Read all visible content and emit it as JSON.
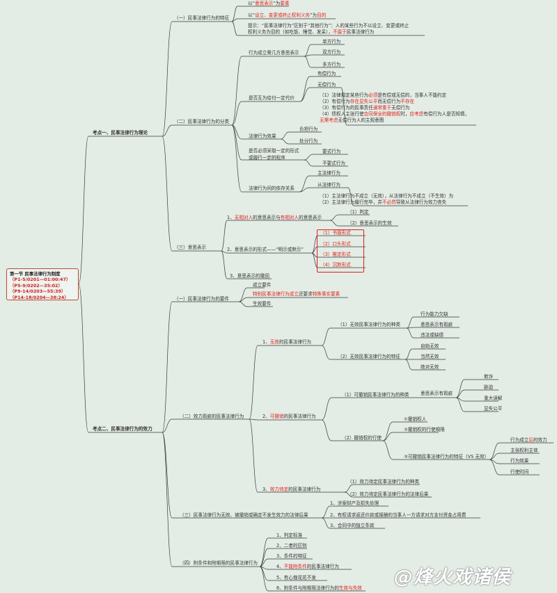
{
  "root": {
    "title": "第一节  民事法律行为制度",
    "codes": [
      "（P1-5/0201—01:00:47）",
      "（P5-9/0202—35:02）",
      "（P9-14/0203—55:39）",
      "（P14-18/0204—38:24）"
    ]
  },
  "kp1": {
    "label": "考点一、民事法律行为理论",
    "s1": {
      "label": "（一）民事法律行为的特征",
      "r1": [
        "以“",
        "意思表示",
        "”为",
        "要素"
      ],
      "r2": [
        "以“",
        "设立、变更或终止权利义务",
        "”为",
        "目的"
      ],
      "r3a": "提示：“民事法律行为”区别于“其他行为”：人的某些行为不以设立、变更或终止",
      "r3b": [
        "权利义务为目的（如吃饭、睡觉、发呆），",
        "不属于",
        "民事法律行为"
      ]
    },
    "s2": {
      "label": "（二）民事法律行为的分类",
      "c1": {
        "label": "行为成立需几方意思表示",
        "items": [
          "单方行为",
          "双方行为",
          "多方行为"
        ]
      },
      "c2": {
        "label": "是否互为给付一定代价",
        "items": [
          "有偿行为",
          "无偿行为"
        ],
        "n1": [
          "（1）法律规定某些行为",
          "必须",
          "是有偿或无偿的，当事人不能约定"
        ],
        "n2": [
          "（2）有偿行为",
          "存在显失公平",
          "而无偿行为",
          "不存在"
        ],
        "n3": [
          "（3）有偿行为的民事责任",
          "通常重于",
          "无偿行为"
        ],
        "n4": [
          "（4）债权人主张行使",
          "合同保全的撤销权",
          "时，",
          "应考虑",
          "有偿行为人是否知情，"
        ],
        "n5": [
          "无需考虑",
          "无偿行为人的主观意图"
        ]
      },
      "c3": {
        "label": "法律行为效果",
        "items": [
          "负担行为",
          "处分行为"
        ]
      },
      "c4": {
        "label1": "是否必须采取一定的形式",
        "label2": "或履行一定的程序",
        "items": [
          "要式行为",
          "不要式行为"
        ]
      },
      "c5": {
        "label": "法律行为间的依存关系",
        "items": [
          "主法律行为",
          "从法律行为"
        ],
        "n1": "（1）主法律行为不成立（无效），从法律行为不成立（不生效）为",
        "n2": [
          "（2）主法律行为履行完毕，并",
          "不必然",
          "导致从法律行为效力丧失"
        ]
      }
    },
    "s3": {
      "label": "（三）意思表示",
      "a": {
        "parts": [
          "1、",
          "无相对人",
          "的意思表示与",
          "有相对人",
          "的意思表示"
        ],
        "items": [
          "（1）判定",
          "（2）意思表示的生效"
        ]
      },
      "b": {
        "label": "2、意思表示的形式——“明示或默示”",
        "items": [
          "（1）书面形式",
          "（2）口头形式",
          "（3）推定形式",
          "（4）沉默形式"
        ]
      },
      "c": "3、意思表示的撤回"
    }
  },
  "kp2": {
    "label": "考点二、民事法律行为的效力",
    "s1": {
      "label": "（一）民事法律行为的要件",
      "items": [
        "成立要件",
        "特别民事法律行为成立",
        "还要求",
        "特殊事实要素",
        "生效要件"
      ]
    },
    "s2": {
      "label": "（二）效力瑕疵的民事法律行为",
      "a": {
        "parts": [
          "1、",
          "无效",
          "的民事法律行为"
        ],
        "k1": {
          "label": "（1）无效民事法律行为的种类",
          "items": [
            "行为能力欠缺",
            "意思表示有瑕疵",
            "违法或缺德"
          ]
        },
        "k2": {
          "label": "（2）无效民事法律行为的特征",
          "items": [
            "自始无效",
            "当然无效",
            "绝对无效"
          ]
        }
      },
      "b": {
        "parts": [
          "2、",
          "可撤销",
          "的民事法律行为"
        ],
        "k1": {
          "label": "（1）可撤销民事法律行为的种类",
          "mid": "意思表示有瑕疵",
          "items": [
            "欺诈",
            "胁迫",
            "重大误解",
            "显失公平"
          ]
        },
        "k2": {
          "label": "（2）撤销权的行使",
          "items": [
            "①撤销权人",
            "②撤销权的行使期限",
            "③可撤销民事法律行为的特征（VS 无效）"
          ],
          "feats": [
            [
              "行为成立",
              "后",
              "的效力"
            ],
            "主张权利主体",
            "行为效果",
            "行使时间"
          ]
        }
      },
      "c": {
        "parts": [
          "3、",
          "效力待定",
          "的民事法律行为"
        ],
        "items": [
          "（1）效力待定民事法律行为的种类",
          "（2）效力待定民事法律行为的法律后果"
        ]
      }
    },
    "s3": {
      "label": "（三）民事法律行为无效、被撤销或确定不发生效力的法律后果",
      "items": [
        "1、涉案财产及损失处理",
        "2、有权请求返还价款或报酬的当事人一方请求对方支付资金占用费",
        "3、合同中的独立条款"
      ]
    },
    "s4": {
      "label": "（四）附条件和附期限的民事法律行为",
      "items": [
        "1、判定标准",
        "2、二者的区别",
        "3、条件的特征"
      ],
      "i4": [
        "4、",
        "不能附条件",
        "的民事法律行为"
      ],
      "i5": "5、有心栽花花不发",
      "i6": [
        "6、附条件与附期限法律行为的",
        "生效与失效"
      ]
    }
  },
  "watermark": "@烽火戏诸侯",
  "colors": {
    "emphasis": "#e0201a",
    "branch": "#444444",
    "background": "#e3ece5"
  }
}
